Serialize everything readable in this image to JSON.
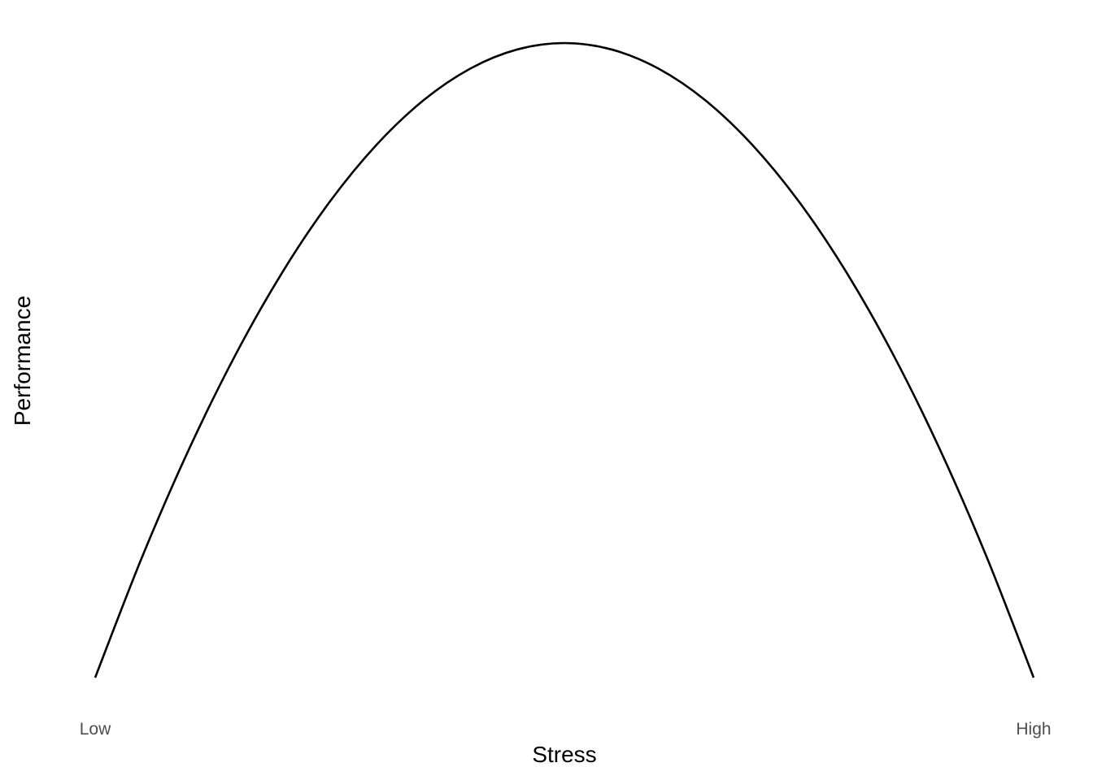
{
  "chart_data": {
    "type": "line",
    "title": "",
    "xlabel": "Stress",
    "ylabel": "Performance",
    "x_tick_labels": [
      "Low",
      "High"
    ],
    "xlim": [
      0,
      1
    ],
    "ylim": [
      0,
      1
    ],
    "grid": false,
    "legend": "none",
    "curve_color": "#000000",
    "series": [
      {
        "x": [
          0,
          0.05,
          0.1,
          0.15,
          0.2,
          0.25,
          0.3,
          0.35,
          0.4,
          0.45,
          0.5,
          0.55,
          0.6,
          0.65,
          0.7,
          0.75,
          0.8,
          0.85,
          0.9,
          0.95,
          1
        ],
        "y": [
          0,
          0.19,
          0.36,
          0.51,
          0.64,
          0.75,
          0.84,
          0.91,
          0.96,
          0.99,
          1,
          0.99,
          0.96,
          0.91,
          0.84,
          0.75,
          0.64,
          0.51,
          0.36,
          0.19,
          0
        ]
      }
    ]
  }
}
